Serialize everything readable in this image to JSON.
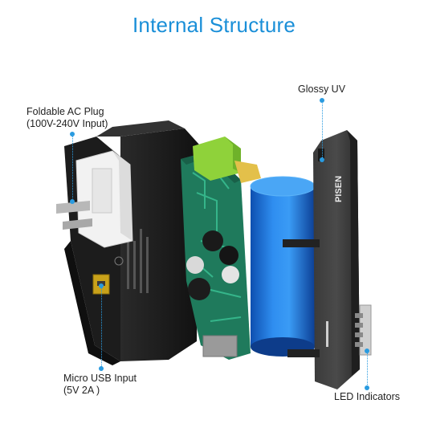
{
  "title": "Internal Structure",
  "labels": {
    "ac_plug": {
      "line1": "Foldable AC Plug",
      "line2": "(100V-240V Input)"
    },
    "glossy": {
      "line1": "Glossy UV"
    },
    "usb": {
      "line1": "Micro USB Input",
      "line2": "(5V 2A )"
    },
    "led": {
      "line1": "LED Indicators"
    }
  },
  "brand": "PISEN",
  "colors": {
    "accent": "#1a8fd8",
    "battery": "#1f78d6",
    "pcb": "#1f7a5c"
  }
}
